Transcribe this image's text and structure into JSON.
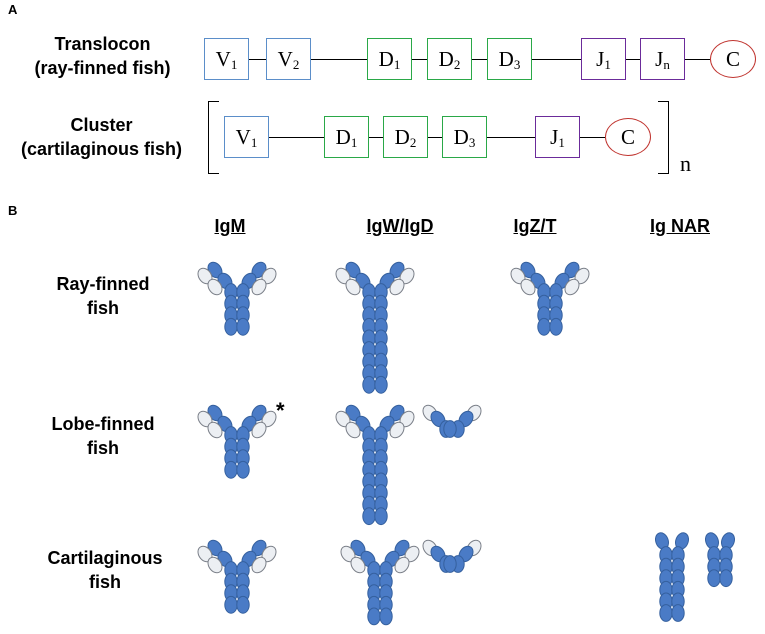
{
  "panel_a": {
    "label": "A",
    "translocon": {
      "title_line1": "Translocon",
      "title_line2": "(ray-finned fish)",
      "v1": "V",
      "v1_sub": "1",
      "v2": "V",
      "v2_sub": "2",
      "d1": "D",
      "d1_sub": "1",
      "d2": "D",
      "d2_sub": "2",
      "d3": "D",
      "d3_sub": "3",
      "j1": "J",
      "j1_sub": "1",
      "jn": "J",
      "jn_sub": "n",
      "c": "C"
    },
    "cluster": {
      "title_line1": "Cluster",
      "title_line2": "(cartilaginous fish)",
      "v1": "V",
      "v1_sub": "1",
      "d1": "D",
      "d1_sub": "1",
      "d2": "D",
      "d2_sub": "2",
      "d3": "D",
      "d3_sub": "3",
      "j1": "J",
      "j1_sub": "1",
      "c": "C",
      "repeat": "n"
    }
  },
  "panel_b": {
    "label": "B",
    "columns": [
      "IgM",
      "IgW/IgD",
      "IgZ/T",
      "Ig NAR"
    ],
    "rows": [
      {
        "line1": "Ray-finned",
        "line2": "fish"
      },
      {
        "line1": "Lobe-finned",
        "line2": "fish"
      },
      {
        "line1": "Cartilaginous",
        "line2": "fish"
      }
    ],
    "asterisk": "*"
  },
  "colors": {
    "v_segment": "#5b8ec9",
    "d_segment": "#2aa847",
    "j_segment": "#6b2b9a",
    "c_segment": "#c0342f",
    "domain_blue": "#4a7bc6",
    "domain_light": "#eceff3"
  }
}
